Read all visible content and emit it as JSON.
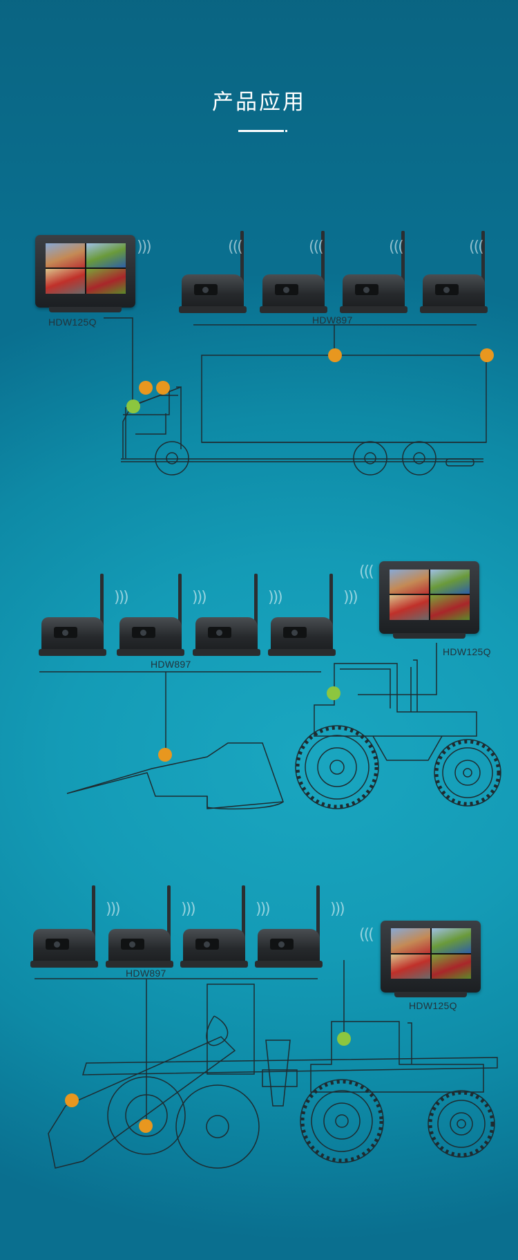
{
  "page": {
    "title": "产品应用",
    "background_color": "#149bb6",
    "accent_colors": {
      "camera_point": "#e8971f",
      "monitor_point": "#8cc63f",
      "line": "#1e2b30"
    }
  },
  "sections": [
    {
      "name": "truck",
      "monitor_label": "HDW125Q",
      "camera_label": "HDW897"
    },
    {
      "name": "harvester",
      "monitor_label": "HDW125Q",
      "camera_label": "HDW897"
    },
    {
      "name": "tractor-implement",
      "monitor_label": "HDW125Q",
      "camera_label": "HDW897"
    }
  ],
  "icons": {
    "wireless_signal": "wifi-signal-icon"
  }
}
